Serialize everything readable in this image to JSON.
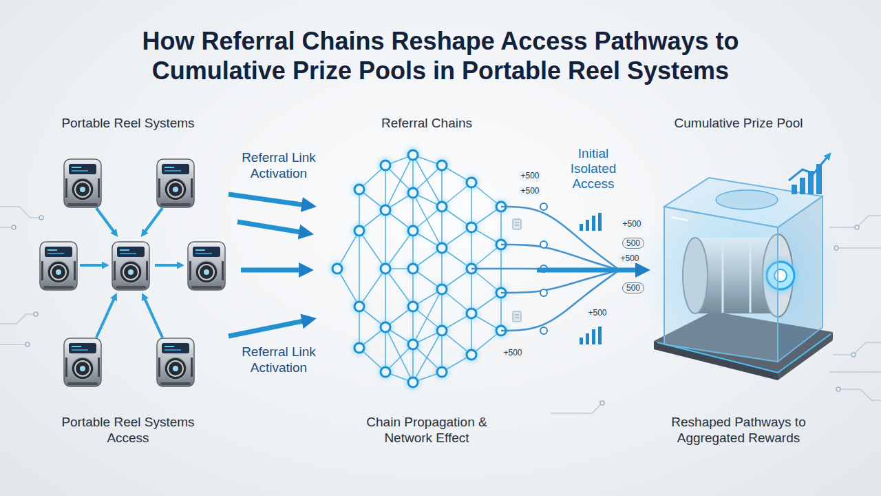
{
  "diagram": {
    "title": "How Referral Chains Reshape Access Pathways to Cumulative Prize Pools in Portable Reel Systems",
    "nodes": [
      {
        "text": [
          "Portable Reel Systems",
          "Portable Reel Systems Access"
        ]
      },
      {
        "text": [
          "Referral Chains",
          "Chain Propagation & Network Effect"
        ]
      },
      {
        "text": [
          "Cumulative Prize Pool",
          "Reshaped Pathways to Aggregated Rewards"
        ]
      }
    ],
    "edges": [
      {
        "from": 0,
        "to": 1,
        "arrow": "to",
        "label": "Referral Link Activation"
      },
      {
        "from": 0,
        "to": 1,
        "arrow": "to",
        "label": "Referral Link Activation"
      },
      {
        "from": 1,
        "to": 2,
        "arrow": "to"
      }
    ],
    "labels": [
      "Initial Isolated Access",
      "+500",
      "+500",
      "+500",
      "500",
      "+500",
      "500",
      "+500",
      "+500"
    ]
  }
}
